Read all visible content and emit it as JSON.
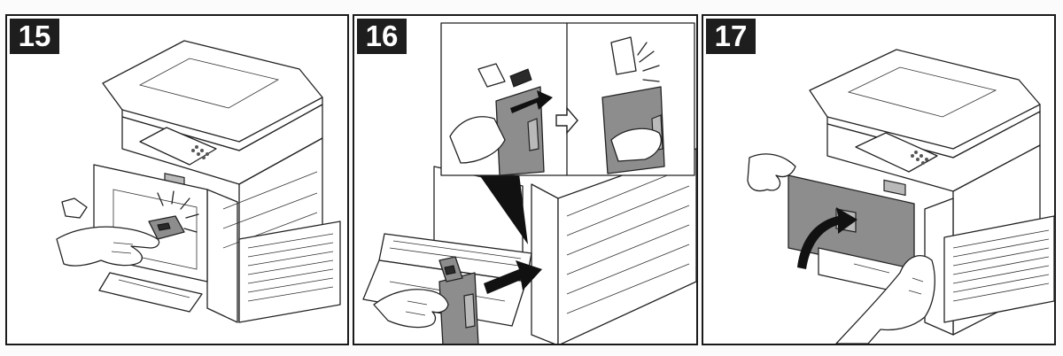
{
  "steps": [
    {
      "number": "15",
      "action": "insert-toner-container-click"
    },
    {
      "number": "16",
      "action": "install-waste-toner-box"
    },
    {
      "number": "17",
      "action": "close-front-cover"
    }
  ],
  "colors": {
    "badge": "#1e1e1e",
    "badge_text": "#ffffff",
    "part_gray": "#8d8d8d",
    "border": "#1a1a1a"
  },
  "icons": [
    "printer-icon",
    "hand-icon",
    "toner-container-icon",
    "waste-toner-box-icon",
    "arrow-icon",
    "click-burst-icon"
  ]
}
